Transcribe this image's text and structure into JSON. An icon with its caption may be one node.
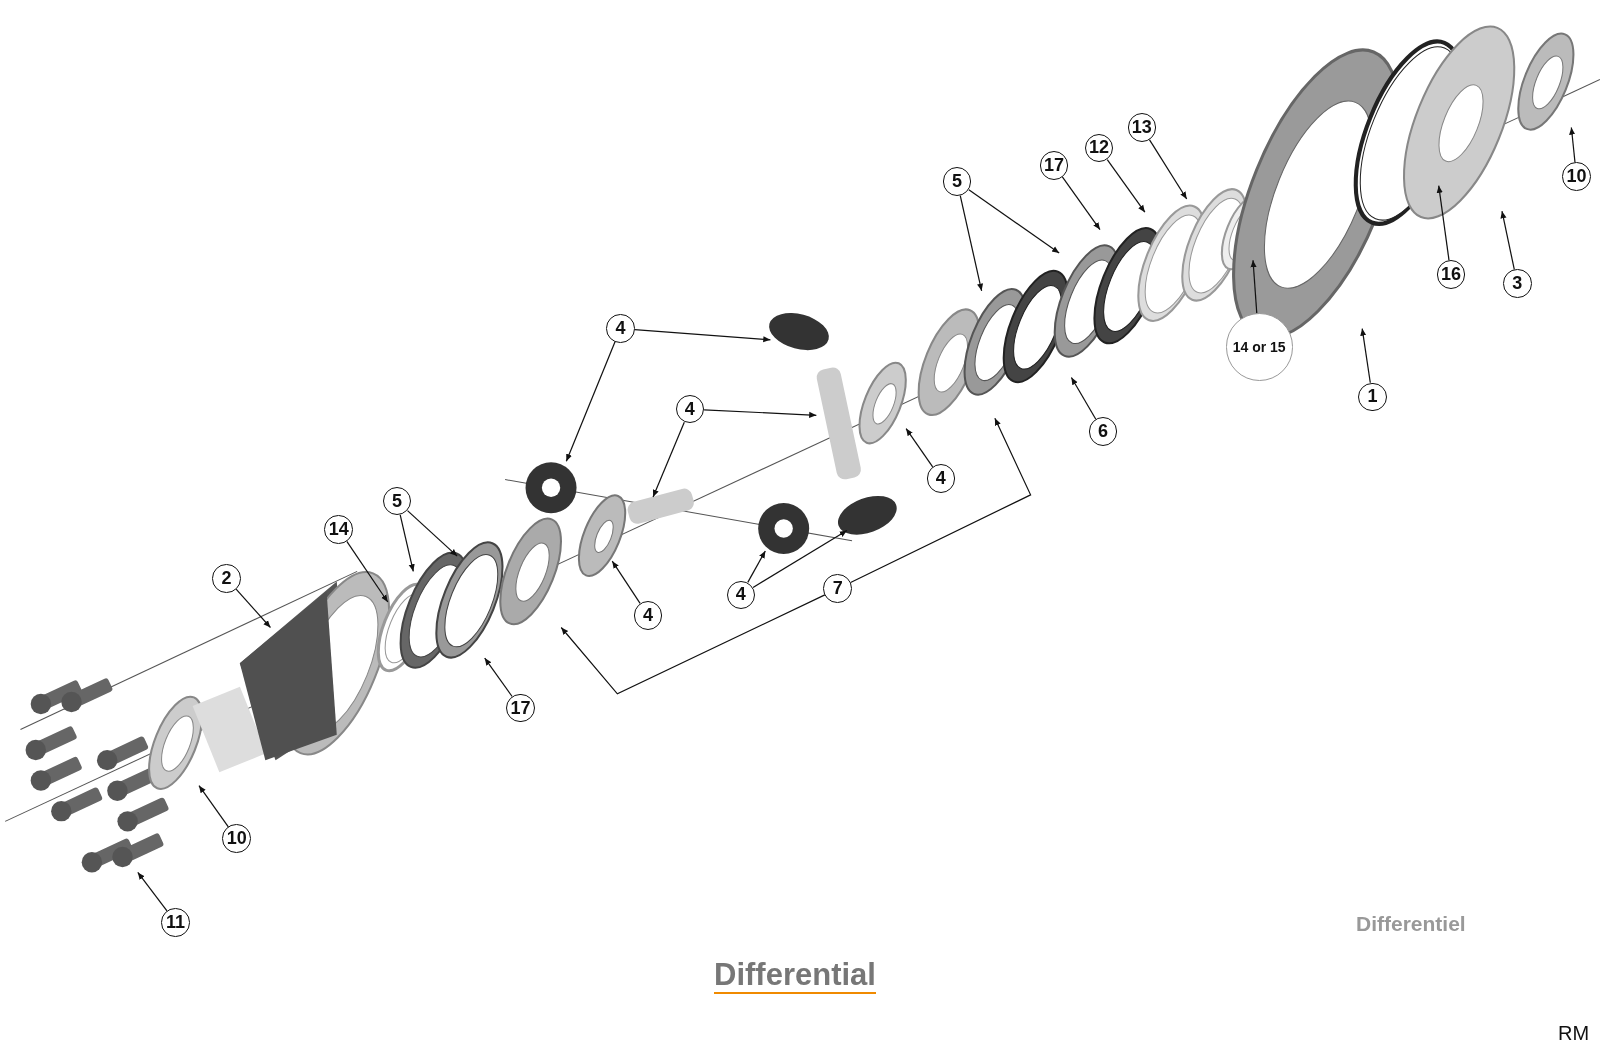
{
  "diagram": {
    "title": "Differential",
    "nodes": [
      {
        "text": [
          "13"
        ]
      },
      {
        "text": [
          "12"
        ]
      },
      {
        "text": [
          "17"
        ]
      },
      {
        "text": [
          "10"
        ]
      },
      {
        "text": [
          "5"
        ]
      },
      {
        "text": [
          "16"
        ]
      },
      {
        "text": [
          "3"
        ]
      },
      {
        "text": [
          "4"
        ]
      },
      {
        "text": [
          "14 or 15"
        ]
      },
      {
        "text": [
          "1"
        ]
      },
      {
        "text": [
          "4"
        ]
      },
      {
        "text": [
          "6"
        ]
      },
      {
        "text": [
          "4"
        ]
      },
      {
        "text": [
          "5"
        ]
      },
      {
        "text": [
          "14"
        ]
      },
      {
        "text": [
          "2"
        ]
      },
      {
        "text": [
          "7"
        ]
      },
      {
        "text": [
          "4"
        ]
      },
      {
        "text": [
          "4"
        ]
      },
      {
        "text": [
          "17"
        ]
      },
      {
        "text": [
          "10"
        ]
      },
      {
        "text": [
          "11"
        ]
      }
    ],
    "edges": [
      {
        "from": 0,
        "to": null,
        "arrow": "to"
      },
      {
        "from": 1,
        "to": null,
        "arrow": "to"
      },
      {
        "from": 2,
        "to": null,
        "arrow": "to"
      },
      {
        "from": 3,
        "to": null,
        "arrow": "to"
      },
      {
        "from": 4,
        "to": null,
        "arrow": "to"
      },
      {
        "from": 4,
        "to": null,
        "arrow": "to"
      },
      {
        "from": 5,
        "to": null,
        "arrow": "to"
      },
      {
        "from": 6,
        "to": null,
        "arrow": "to"
      },
      {
        "from": 7,
        "to": null,
        "arrow": "to"
      },
      {
        "from": 7,
        "to": null,
        "arrow": "to"
      },
      {
        "from": 8,
        "to": null,
        "arrow": "to"
      },
      {
        "from": 9,
        "to": null,
        "arrow": "to"
      },
      {
        "from": 10,
        "to": null,
        "arrow": "to"
      },
      {
        "from": 10,
        "to": null,
        "arrow": "to"
      },
      {
        "from": 11,
        "to": null,
        "arrow": "to"
      },
      {
        "from": 12,
        "to": null,
        "arrow": "to"
      },
      {
        "from": 13,
        "to": null,
        "arrow": "to"
      },
      {
        "from": 13,
        "to": null,
        "arrow": "to"
      },
      {
        "from": 14,
        "to": null,
        "arrow": "to"
      },
      {
        "from": 15,
        "to": null,
        "arrow": "to"
      },
      {
        "from": 16,
        "to": null,
        "arrow": "to"
      },
      {
        "from": 16,
        "to": null,
        "arrow": "to"
      },
      {
        "from": 17,
        "to": null,
        "arrow": "to"
      },
      {
        "from": 17,
        "to": null,
        "arrow": "to"
      },
      {
        "from": 18,
        "to": null,
        "arrow": "to"
      },
      {
        "from": 19,
        "to": null,
        "arrow": "to"
      },
      {
        "from": 20,
        "to": null,
        "arrow": "to"
      },
      {
        "from": 21,
        "to": null,
        "arrow": "to"
      }
    ],
    "labels": [
      "Differentiel",
      "RM"
    ]
  }
}
